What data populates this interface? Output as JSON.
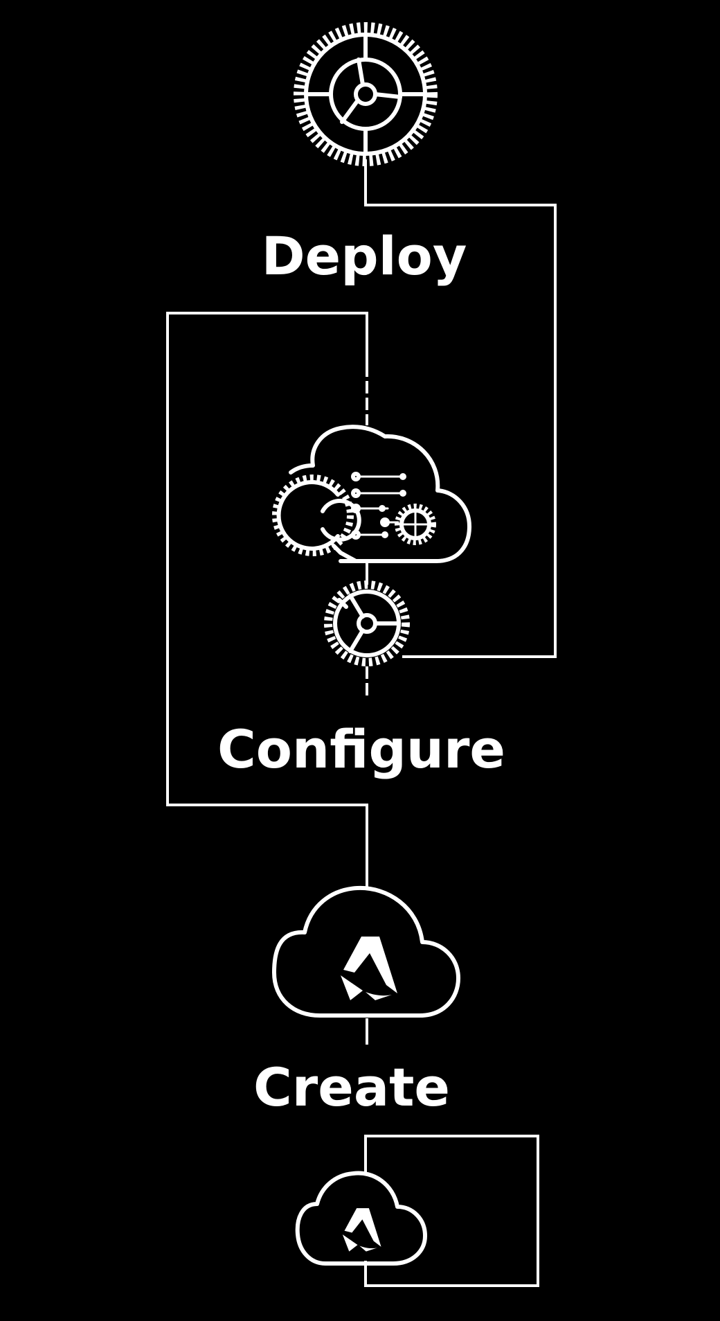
{
  "diagram": {
    "stages": [
      {
        "id": "deploy",
        "label": "Deploy",
        "icon": "gear-icon"
      },
      {
        "id": "configure",
        "label": "Configure",
        "icon": "cloud-settings-icon"
      },
      {
        "id": "create",
        "label": "Create",
        "icon": "cloud-logo-icon"
      }
    ],
    "colors": {
      "background": "#000000",
      "foreground": "#ffffff"
    }
  }
}
